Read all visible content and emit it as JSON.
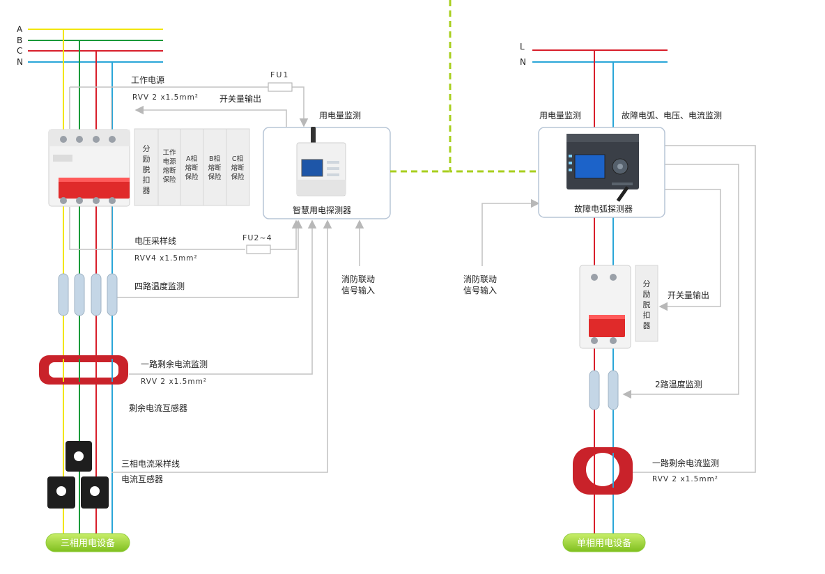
{
  "left": {
    "bus": {
      "a": "A",
      "b": "B",
      "c": "C",
      "n": "N"
    },
    "power_label": "工作电源",
    "power_cable": "RVV 2 x1.5mm²",
    "fuse1": "FU1",
    "switch_output": "开关量输出",
    "energy_monitor": "用电量监测",
    "detector_label": "智慧用电探测器",
    "fuse_boxes": [
      [
        "分",
        "励",
        "脱",
        "扣",
        "器"
      ],
      [
        "工作",
        "电源",
        "熔断",
        "保险"
      ],
      [
        "A相",
        "熔断",
        "保险"
      ],
      [
        "B相",
        "熔断",
        "保险"
      ],
      [
        "C相",
        "熔断",
        "保险"
      ]
    ],
    "voltage_label": "电压采样线",
    "fuse2": "FU2~4",
    "voltage_cable": "RVV4 x1.5mm²",
    "temp_label": "四路温度监测",
    "fire_link": [
      "消防联动",
      "信号输入"
    ],
    "residual_label": "一路剩余电流监测",
    "residual_cable": "RVV 2 x1.5mm²",
    "residual_ct_label": "剩余电流互感器",
    "current_sample_label": "三相电流采样线",
    "ct_label": "电流互感器",
    "equipment_label": "三相用电设备"
  },
  "right": {
    "bus": {
      "l": "L",
      "n": "N"
    },
    "energy_monitor": "用电量监测",
    "fault_monitor": "故障电弧、电压、电流监测",
    "detector_label": "故障电弧探测器",
    "fire_link": [
      "消防联动",
      "信号输入"
    ],
    "shunt_chars": [
      "分",
      "励",
      "脱",
      "扣",
      "器"
    ],
    "switch_output": "开关量输出",
    "temp_label": "2路温度监测",
    "residual_label": "一路剩余电流监测",
    "residual_cable": "RVV 2 x1.5mm²",
    "equipment_label": "单相用电设备"
  },
  "colors": {
    "phase_a": "#f2e600",
    "phase_b": "#1a9a3a",
    "phase_c": "#d81e2a",
    "neutral": "#2aa6d8",
    "link_dashed": "#a8cf1e",
    "signal_gray": "#c4c4c4",
    "equipment_badge": "#9bd43c"
  }
}
